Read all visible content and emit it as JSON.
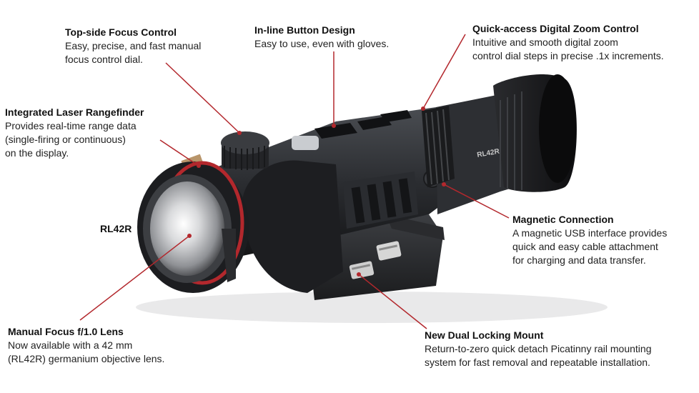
{
  "model_label": "RL42R",
  "accent_color": "#b3282d",
  "callouts": {
    "focus": {
      "title": "Top-side Focus Control",
      "desc": [
        "Easy, precise, and fast manual",
        "focus control dial."
      ]
    },
    "button": {
      "title": "In-line Button Design",
      "desc": [
        "Easy to use, even with gloves."
      ]
    },
    "zoom": {
      "title": "Quick-access Digital Zoom Control",
      "desc": [
        "Intuitive and smooth digital zoom",
        "control dial steps in precise .1x increments."
      ]
    },
    "laser": {
      "title": "Integrated Laser Rangefinder",
      "desc": [
        "Provides real-time range data",
        "(single-firing or continuous)",
        "on the display."
      ]
    },
    "magnetic": {
      "title": "Magnetic Connection",
      "desc": [
        "A magnetic USB interface provides",
        "quick and easy cable attachment",
        "for charging and data transfer."
      ]
    },
    "lens": {
      "title": "Manual Focus f/1.0 Lens",
      "desc": [
        "Now available with a 42 mm",
        "(RL42R) germanium objective lens."
      ]
    },
    "mount": {
      "title": "New Dual Locking Mount",
      "desc": [
        "Return-to-zero quick detach Picatinny rail mounting",
        "system for fast removal and repeatable installation."
      ]
    }
  },
  "device_print": "RL42R"
}
